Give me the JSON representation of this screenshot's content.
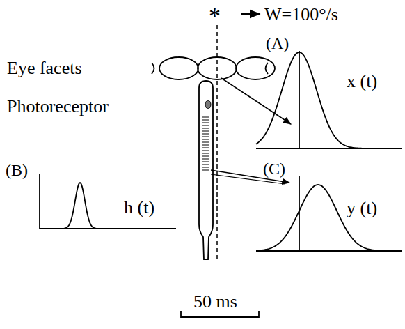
{
  "diagram": {
    "labels": [
      "*",
      "W=100°/s",
      "Eye facets",
      "(A)",
      "x (t)",
      "Photoreceptor",
      "(B)",
      "h (t)",
      "(C)",
      "y (t)",
      "50 ms"
    ]
  }
}
